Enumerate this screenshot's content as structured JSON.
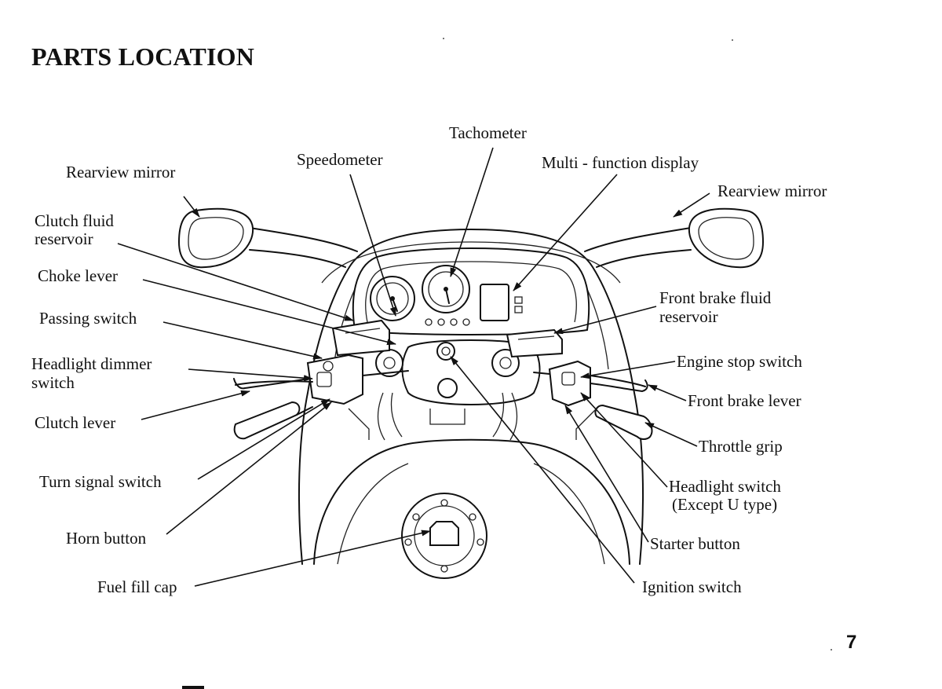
{
  "title": "PARTS LOCATION",
  "page_number": "7",
  "labels": {
    "rearview_mirror_left": "Rearview mirror",
    "clutch_fluid_reservoir_1": "Clutch fluid",
    "clutch_fluid_reservoir_2": "reservoir",
    "choke_lever": "Choke lever",
    "passing_switch": "Passing switch",
    "headlight_dimmer_switch_1": "Headlight dimmer",
    "headlight_dimmer_switch_2": "switch",
    "clutch_lever": "Clutch lever",
    "turn_signal_switch": "Turn signal switch",
    "horn_button": "Horn button",
    "fuel_fill_cap": "Fuel fill cap",
    "speedometer": "Speedometer",
    "tachometer": "Tachometer",
    "multi_function_display": "Multi - function display",
    "rearview_mirror_right": "Rearview mirror",
    "front_brake_fluid_reservoir_1": "Front brake fluid",
    "front_brake_fluid_reservoir_2": "reservoir",
    "engine_stop_switch": "Engine stop switch",
    "front_brake_lever": "Front brake lever",
    "throttle_grip": "Throttle grip",
    "headlight_switch_1": "Headlight switch",
    "headlight_switch_2": "(Except U type)",
    "starter_button": "Starter button",
    "ignition_switch": "Ignition switch"
  }
}
